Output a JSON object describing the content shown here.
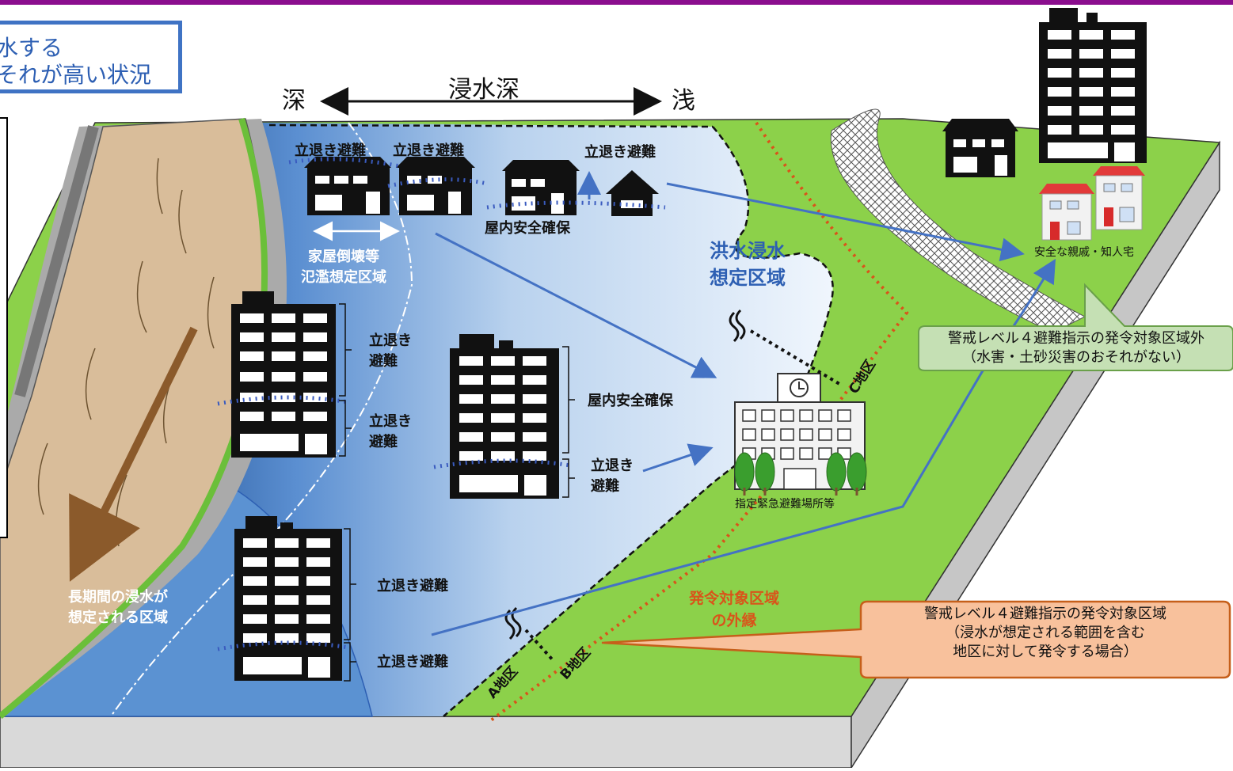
{
  "heading": {
    "line1": "水する",
    "line2": "それが高い状況"
  },
  "depth_scale": {
    "deep": "深",
    "title": "浸水深",
    "shallow": "浅"
  },
  "labels": {
    "evac_v_1": "立退き避難",
    "evac_v_2": "立退き避難",
    "evac_v_3": "立退き避難",
    "indoor_top": "屋内安全確保",
    "collapse_zone": [
      "家屋倒壊等",
      "氾濫想定区域"
    ],
    "flood_zone": [
      "洪水浸水",
      "想定区域"
    ],
    "apt1_upper": [
      "立退き",
      "避難"
    ],
    "apt1_lower": [
      "立退き",
      "避難"
    ],
    "apt2_upper": "屋内安全確保",
    "apt2_lower": [
      "立退き",
      "避難"
    ],
    "apt3_upper": "立退き避難",
    "apt3_lower": "立退き避難",
    "long_flood": [
      "長期間の浸水が",
      "想定される区域"
    ],
    "shelter": "指定緊急避難場所等",
    "relatives": "安全な親戚・知人宅",
    "order_edge": [
      "発令対象区域",
      "の外縁"
    ],
    "district_a": "A地区",
    "district_b": "B地区",
    "district_c": "C地区"
  },
  "callouts": {
    "outside": [
      "警戒レベル４避難指示の発令対象区域外",
      "（水害・土砂災害のおそれがない）"
    ],
    "target": [
      "警戒レベル４避難指示の発令対象区域",
      "（浸水が想定される範囲を含む",
      "地区に対して発令する場合）"
    ]
  },
  "colors": {
    "grass": "#8cd14a",
    "river": "#d9bd9a",
    "deep_water": "#3b6fb6",
    "dashed_orange": "#d9541a",
    "arrow_blue": "#4472c4",
    "callout_green": "#c5e0b4",
    "callout_orange": "#f8c19c"
  }
}
